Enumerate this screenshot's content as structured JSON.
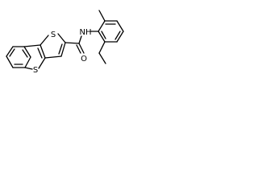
{
  "molecule": {
    "atom_labels": {
      "sulfur_thiophene": "S",
      "amide_nitrogen": "NH",
      "carbonyl_oxygen": "O",
      "sulfur_benzothiophene": "S"
    }
  },
  "colors": {
    "bond": "#000000",
    "label": "#000000",
    "background": "#ffffff"
  }
}
